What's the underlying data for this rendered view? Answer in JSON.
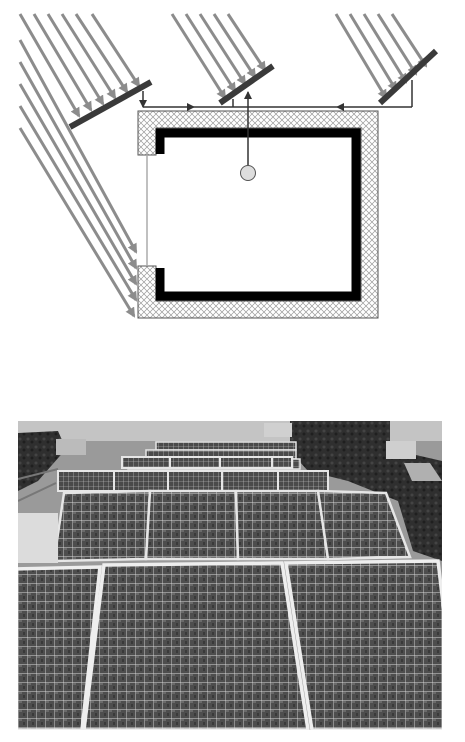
{
  "figure": {
    "diagram": {
      "ray_groups": [
        {
          "name": "rays-left-collector",
          "count": 6
        },
        {
          "name": "rays-middle-collector",
          "count": 5
        },
        {
          "name": "rays-right-collector",
          "count": 5
        },
        {
          "name": "rays-into-opening",
          "count": 5
        }
      ],
      "colors": {
        "ray": "#8c8c8c",
        "collector": "#3a3a3a",
        "insulation_hatch": "#9a9a9a",
        "inner_wall": "#000000",
        "duct": "#333333",
        "sensor_fill": "#dddddd"
      }
    },
    "photo": {
      "colors": {
        "sky": "#c4c4c4",
        "panel_frame": "#e6e6e6",
        "panel_cell": "#4a4a4a",
        "trees": "#2f2f2f"
      }
    }
  }
}
